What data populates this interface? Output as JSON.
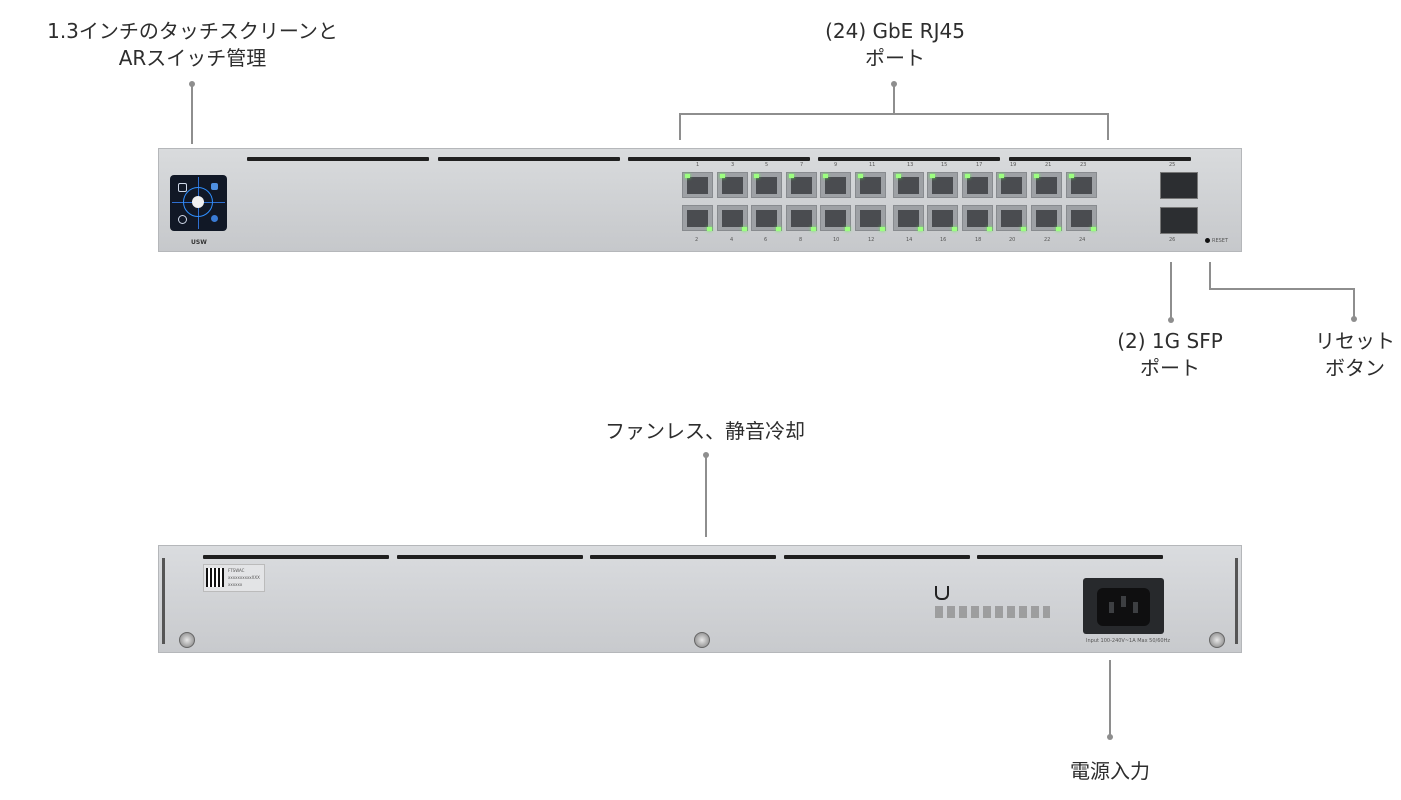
{
  "callouts": {
    "touchscreen": [
      "1.3インチのタッチスクリーンと",
      "ARスイッチ管理"
    ],
    "rj45": [
      "(24) GbE RJ45",
      "ポート"
    ],
    "sfp": [
      "(2) 1G SFP",
      "ポート"
    ],
    "reset": [
      "リセット",
      "ボタン"
    ],
    "fanless": "ファンレス、静音冷却",
    "power": "電源入力"
  },
  "front_panel": {
    "brand_label": "USW",
    "port_top_numbers": [
      "1",
      "3",
      "5",
      "7",
      "9",
      "11",
      "13",
      "15",
      "17",
      "19",
      "21",
      "23"
    ],
    "port_bottom_numbers": [
      "2",
      "4",
      "6",
      "8",
      "10",
      "12",
      "14",
      "16",
      "18",
      "20",
      "22",
      "24"
    ],
    "sfp_top_number": "25",
    "sfp_bottom_number": "26",
    "reset_label": "RESET"
  },
  "rear_panel": {
    "label_model": "FTSWAC",
    "label_serial": "xxxxxxxxxxXXX",
    "label_code": "xxxxxx",
    "power_rating": "Input 100-240V~1A Max 50/60Hz"
  },
  "colors": {
    "panel": "#cfd1d4",
    "screen": "#111826",
    "screen_accent": "#2f8fff",
    "led": "#9dff80",
    "leader_line": "#8e8e8e"
  }
}
